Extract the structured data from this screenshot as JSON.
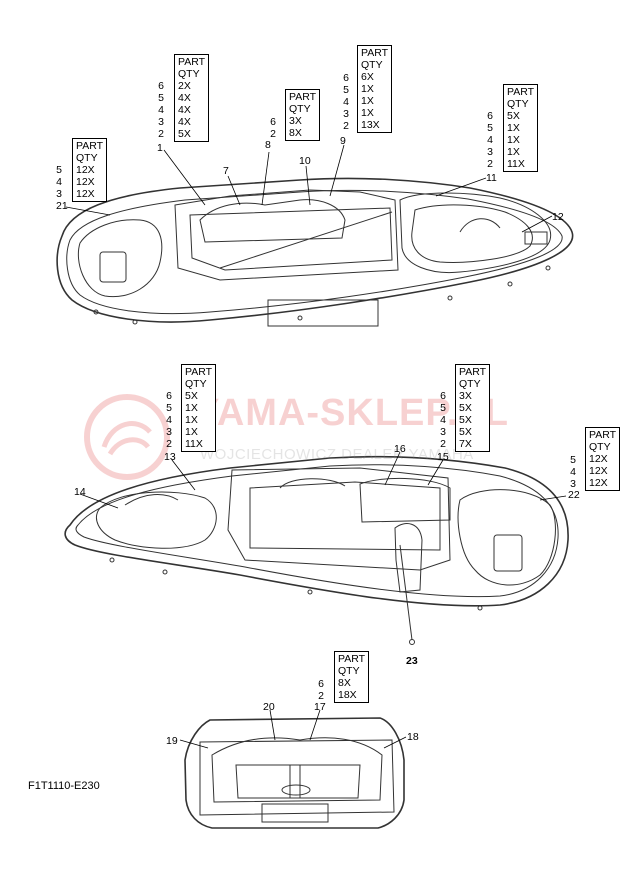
{
  "doc_code": "F1T1110-E230",
  "watermark": {
    "main": "YAMA-SKLEP.PL",
    "sub": "WOJCIECHOWICZ DEALER YAMAHA"
  },
  "tables": [
    {
      "id": "t1",
      "rows": [
        "PART",
        "QTY",
        "12X",
        "12X",
        "12X"
      ],
      "parts": [
        "5",
        "4",
        "3"
      ]
    },
    {
      "id": "t2",
      "rows": [
        "PART",
        "QTY",
        "2X",
        "4X",
        "4X",
        "4X",
        "5X"
      ],
      "parts": [
        "6",
        "5",
        "4",
        "3",
        "2"
      ]
    },
    {
      "id": "t3",
      "rows": [
        "PART",
        "QTY",
        "3X",
        "8X"
      ],
      "parts": [
        "6",
        "2"
      ]
    },
    {
      "id": "t4",
      "rows": [
        "PART",
        "QTY",
        "6X",
        "1X",
        "1X",
        "1X",
        "13X"
      ],
      "parts": [
        "6",
        "5",
        "4",
        "3",
        "2"
      ]
    },
    {
      "id": "t5",
      "rows": [
        "PART",
        "QTY",
        "5X",
        "1X",
        "1X",
        "1X",
        "11X"
      ],
      "parts": [
        "6",
        "5",
        "4",
        "3",
        "2"
      ]
    },
    {
      "id": "t6",
      "rows": [
        "PART",
        "QTY",
        "5X",
        "1X",
        "1X",
        "1X",
        "11X"
      ],
      "parts": [
        "6",
        "5",
        "4",
        "3",
        "2"
      ]
    },
    {
      "id": "t7",
      "rows": [
        "PART",
        "QTY",
        "3X",
        "5X",
        "5X",
        "5X",
        "7X"
      ],
      "parts": [
        "6",
        "5",
        "4",
        "3",
        "2"
      ]
    },
    {
      "id": "t8",
      "rows": [
        "PART",
        "QTY",
        "12X",
        "12X",
        "12X"
      ],
      "parts": [
        "5",
        "4",
        "3"
      ]
    },
    {
      "id": "t9",
      "rows": [
        "PART",
        "QTY",
        "8X",
        "18X"
      ],
      "parts": [
        "6",
        "2"
      ]
    }
  ],
  "callouts": {
    "c1": "1",
    "c7": "7",
    "c8": "8",
    "c10": "10",
    "c9": "9",
    "c11": "11",
    "c12": "12",
    "c21": "21",
    "c13": "13",
    "c14": "14",
    "c16": "16",
    "c15": "15",
    "c22": "22",
    "c23": "23",
    "c20": "20",
    "c17": "17",
    "c19": "19",
    "c18": "18"
  }
}
